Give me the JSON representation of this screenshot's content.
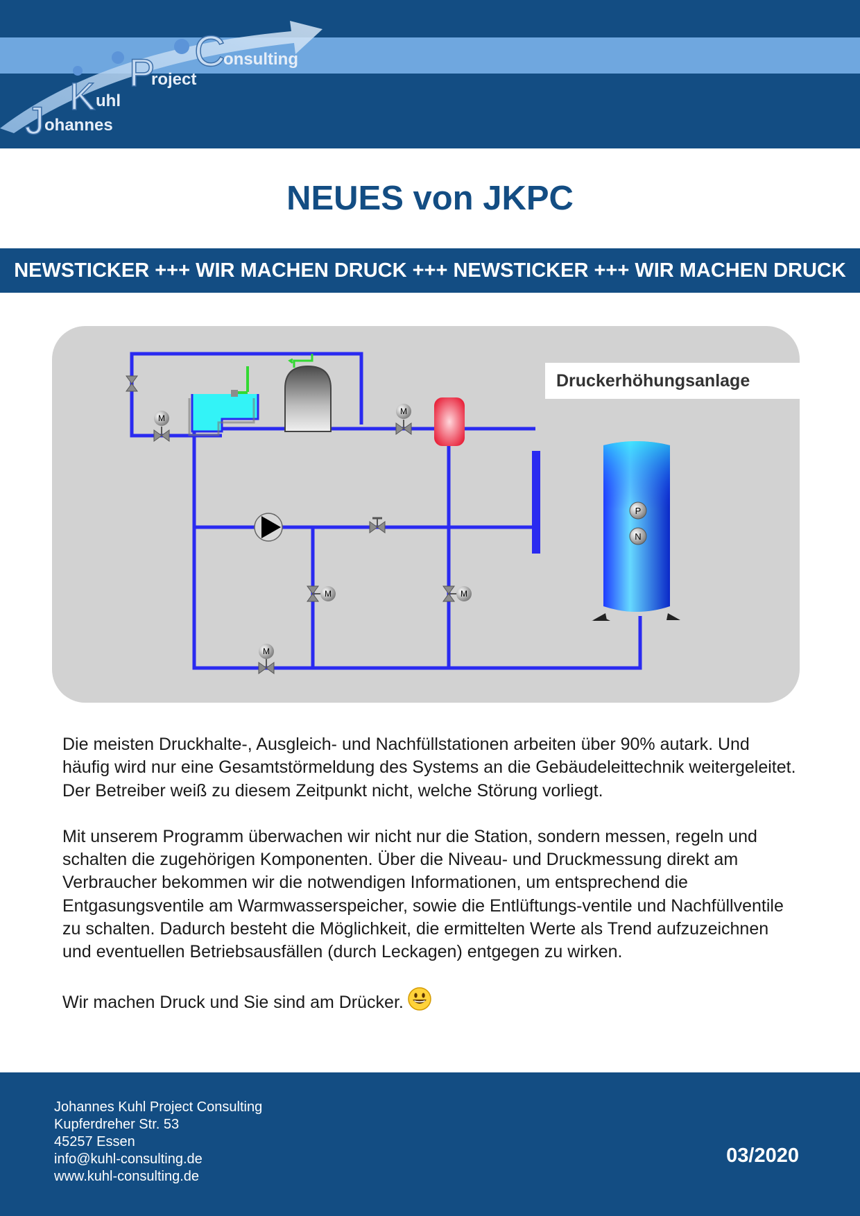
{
  "logo": {
    "word1_initial": "J",
    "word1_rest": "ohannes",
    "word2_initial": "K",
    "word2_rest": "uhl",
    "word3_initial": "P",
    "word3_rest": "roject",
    "word4_initial": "C",
    "word4_rest": "onsulting"
  },
  "title": "NEUES von JKPC",
  "ticker": "NEWSTICKER +++ WIR MACHEN DRUCK +++ NEWSTICKER +++ WIR MACHEN DRUCK",
  "diagram": {
    "label": "Druckerhöhungsanlage",
    "motor_label": "M",
    "sensor_p": "P",
    "sensor_n": "N"
  },
  "paragraphs": [
    "Die meisten Druckhalte-, Ausgleich- und Nachfüllstationen arbeiten über 90% autark. Und häufig wird nur eine Gesamtstörmeldung des Systems an die Gebäudeleittechnik weitergeleitet. Der Betreiber weiß zu diesem Zeitpunkt nicht, welche Störung vorliegt.",
    "Mit unserem Programm überwachen wir nicht nur die Station, sondern messen, regeln und schalten die zugehörigen Komponenten. Über die Niveau- und Druckmessung direkt am Verbraucher bekommen wir die notwendigen Informationen, um entsprechend die Entgasungsventile am Warmwasserspeicher, sowie die Entlüftungs-ventile und Nachfüllventile zu schalten. Dadurch besteht die Möglichkeit, die ermittelten Werte als Trend aufzuzeichnen und eventuellen Betriebsausfällen (durch Leckagen) entgegen zu wirken."
  ],
  "closing": "Wir machen Druck und Sie sind am Drücker.",
  "footer": {
    "company": "Johannes Kuhl Project Consulting",
    "street": "Kupferdreher Str. 53",
    "city": "45257 Essen",
    "email": "info@kuhl-consulting.de",
    "web": "www.kuhl-consulting.de",
    "date": "03/2020"
  },
  "colors": {
    "primary": "#134d83",
    "band": "#6fa7df",
    "pipe": "#2a2af0",
    "tank_water": "#33f3f7",
    "heater": "#f0344a"
  }
}
